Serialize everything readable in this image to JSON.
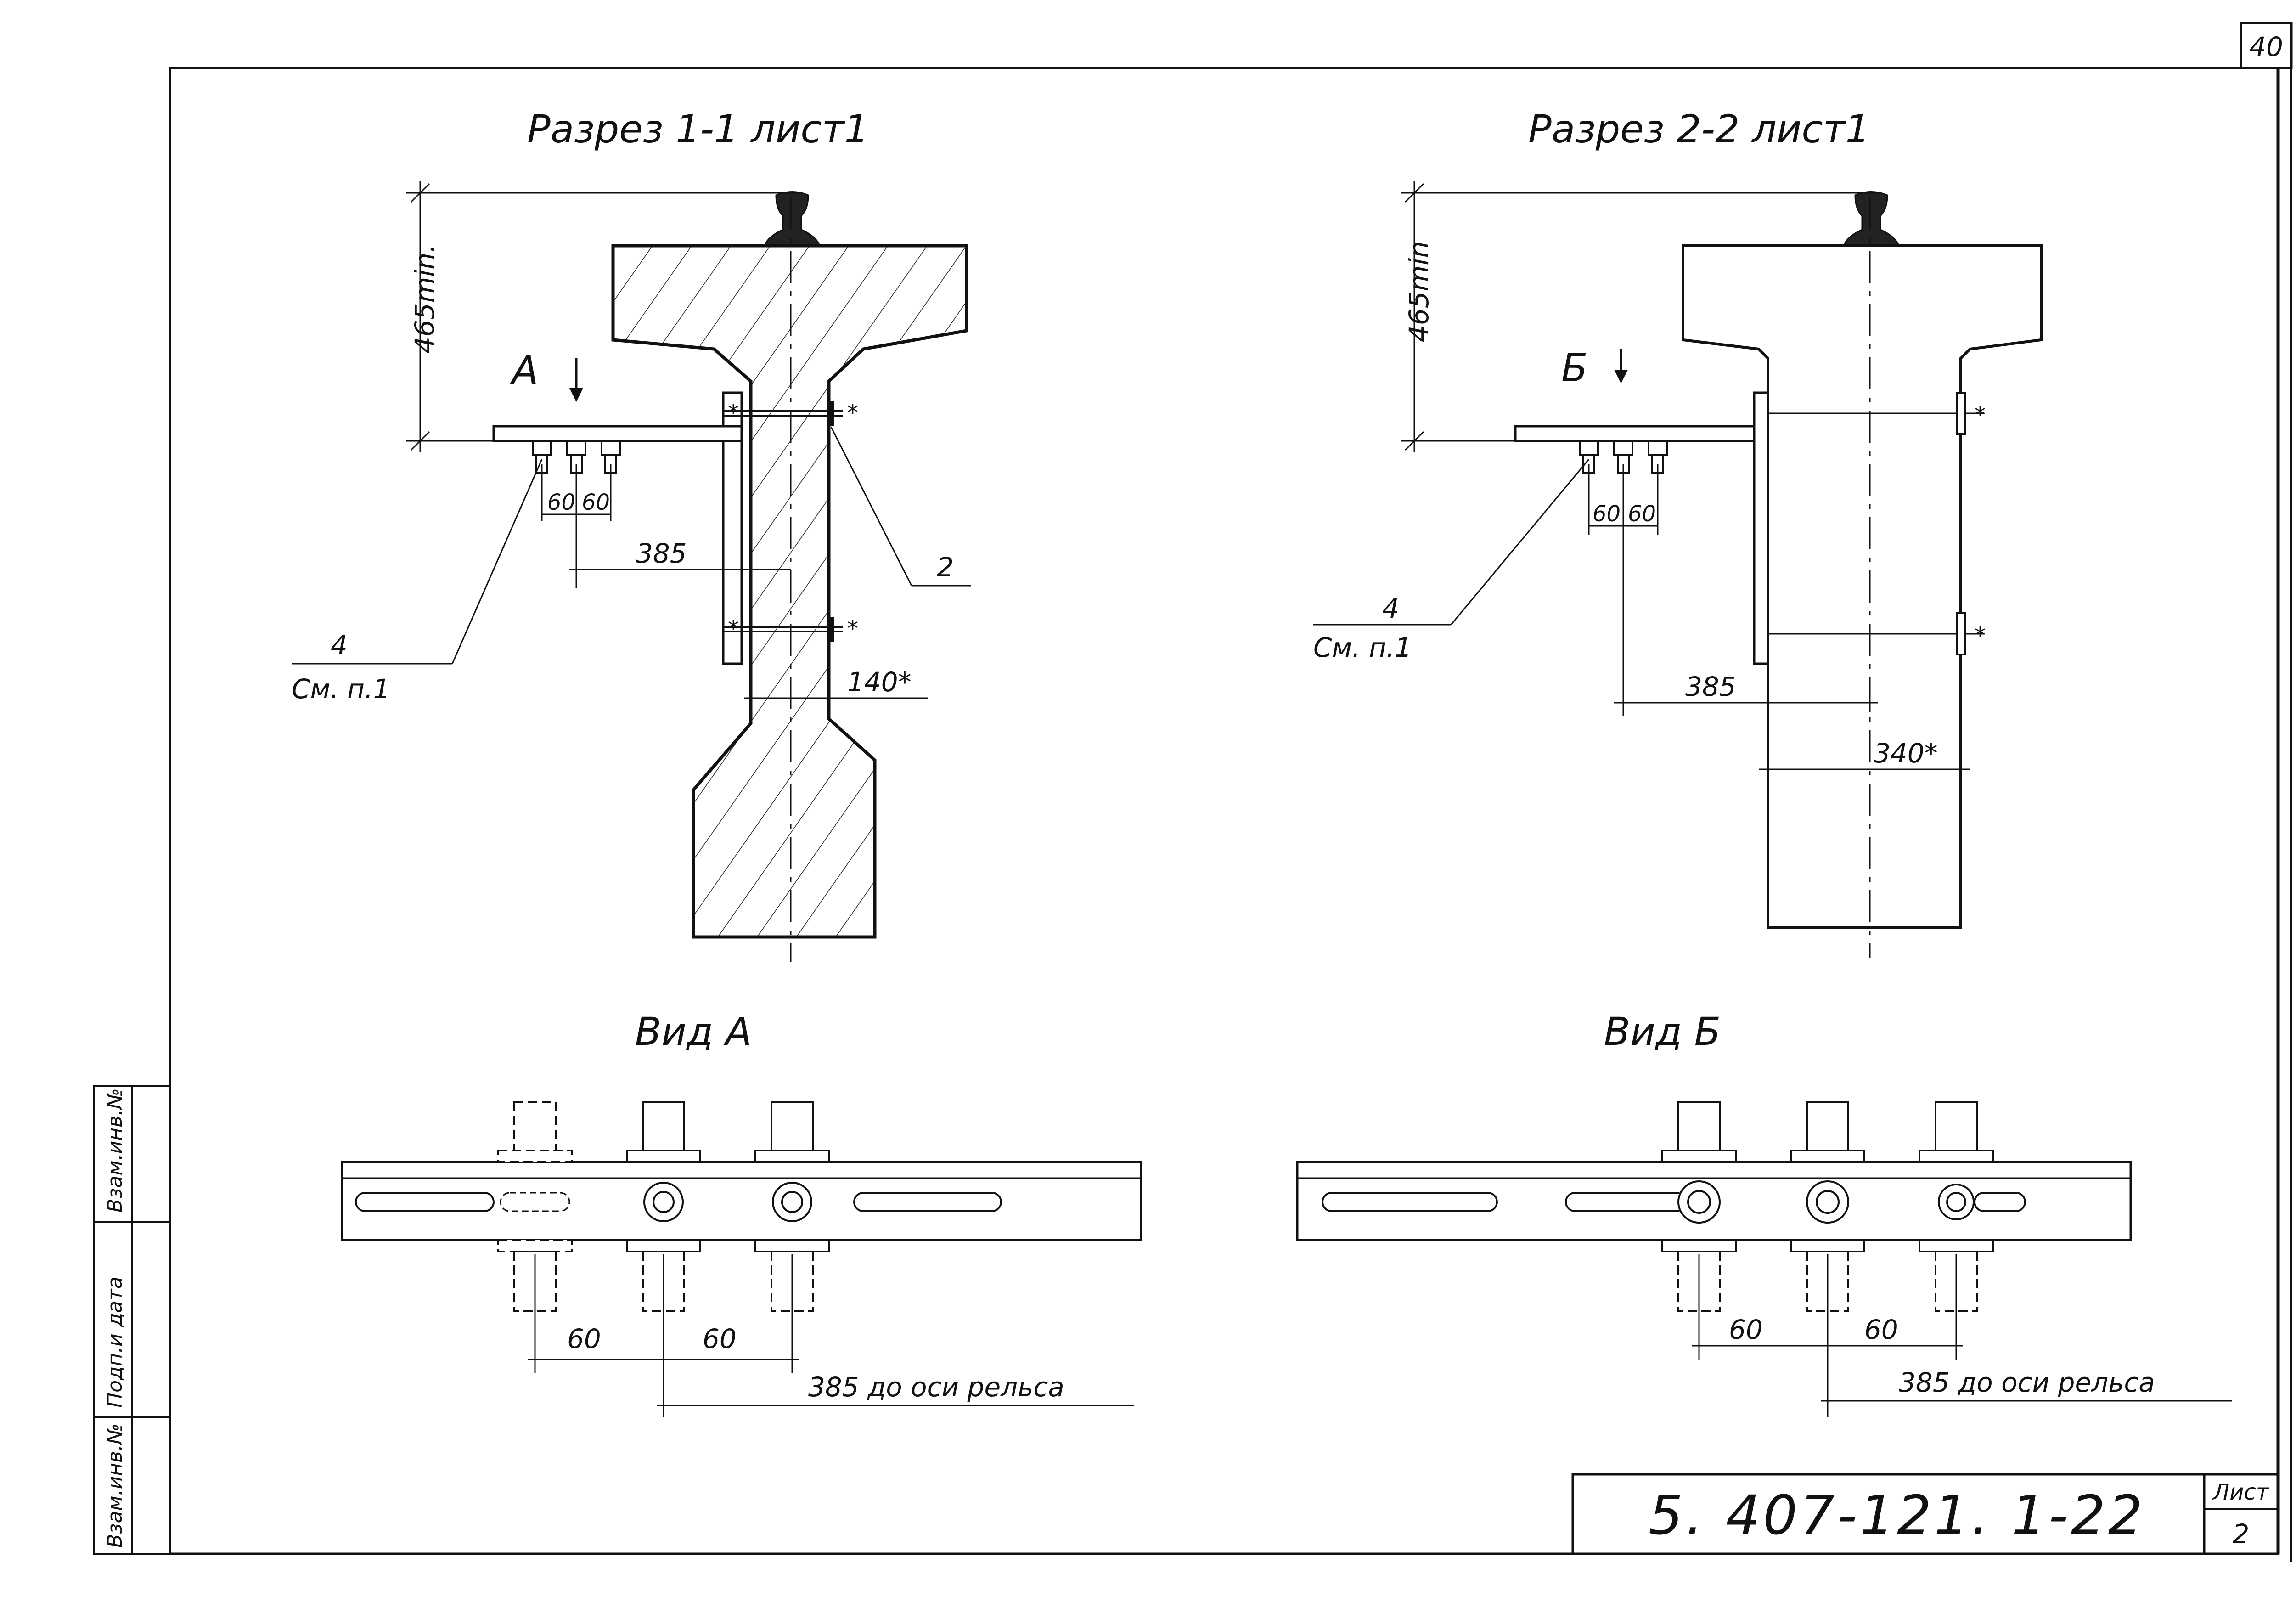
{
  "sheet": {
    "page_number": "40",
    "code": "5. 407-121. 1-22",
    "list_label": "Лист",
    "list_number": "2"
  },
  "side_stamp": {
    "cells": [
      "Взам.инв.№",
      "Подп.и дата",
      "Взам.инв.№"
    ]
  },
  "section_1": {
    "title": "Разрез 1-1 лист1",
    "height_dim": "465min.",
    "view_marker": "А",
    "pitch_1": "60",
    "pitch_2": "60",
    "offset_dim": "385",
    "width_dim": "140*",
    "callout_2": "2",
    "callout_4": "4",
    "callout_4_note": "См. п.1"
  },
  "section_2": {
    "title": "Разрез 2-2 лист1",
    "height_dim": "465min",
    "view_marker": "Б",
    "pitch_1": "60",
    "pitch_2": "60",
    "offset_dim": "385",
    "width_dim": "340*",
    "callout_4": "4",
    "callout_4_note": "См. п.1"
  },
  "view_a": {
    "title": "Вид А",
    "pitch_1": "60",
    "pitch_2": "60",
    "axis_dim": "385 до оси рельса"
  },
  "view_b": {
    "title": "Вид Б",
    "pitch_1": "60",
    "pitch_2": "60",
    "axis_dim": "385 до оси рельса"
  }
}
